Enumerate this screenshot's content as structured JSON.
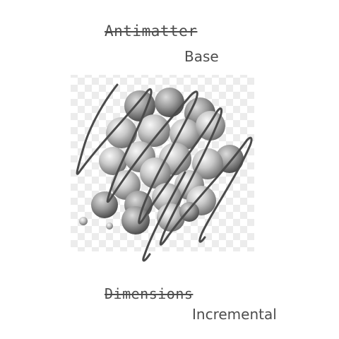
{
  "labels": {
    "top_struck": "Antimatter",
    "top_replacement": "Base",
    "bottom_struck": "Dimensions",
    "bottom_replacement": "Incremental"
  },
  "illustration": {
    "subject": "cluster of grey spheres on a transparency checkerboard",
    "overlay": "hand-drawn scribble strike-out",
    "colors": {
      "text": "#4d4d4d",
      "scribble": "#4a4a4a",
      "checker_light": "#ffffff",
      "checker_dark": "#ececec"
    }
  }
}
